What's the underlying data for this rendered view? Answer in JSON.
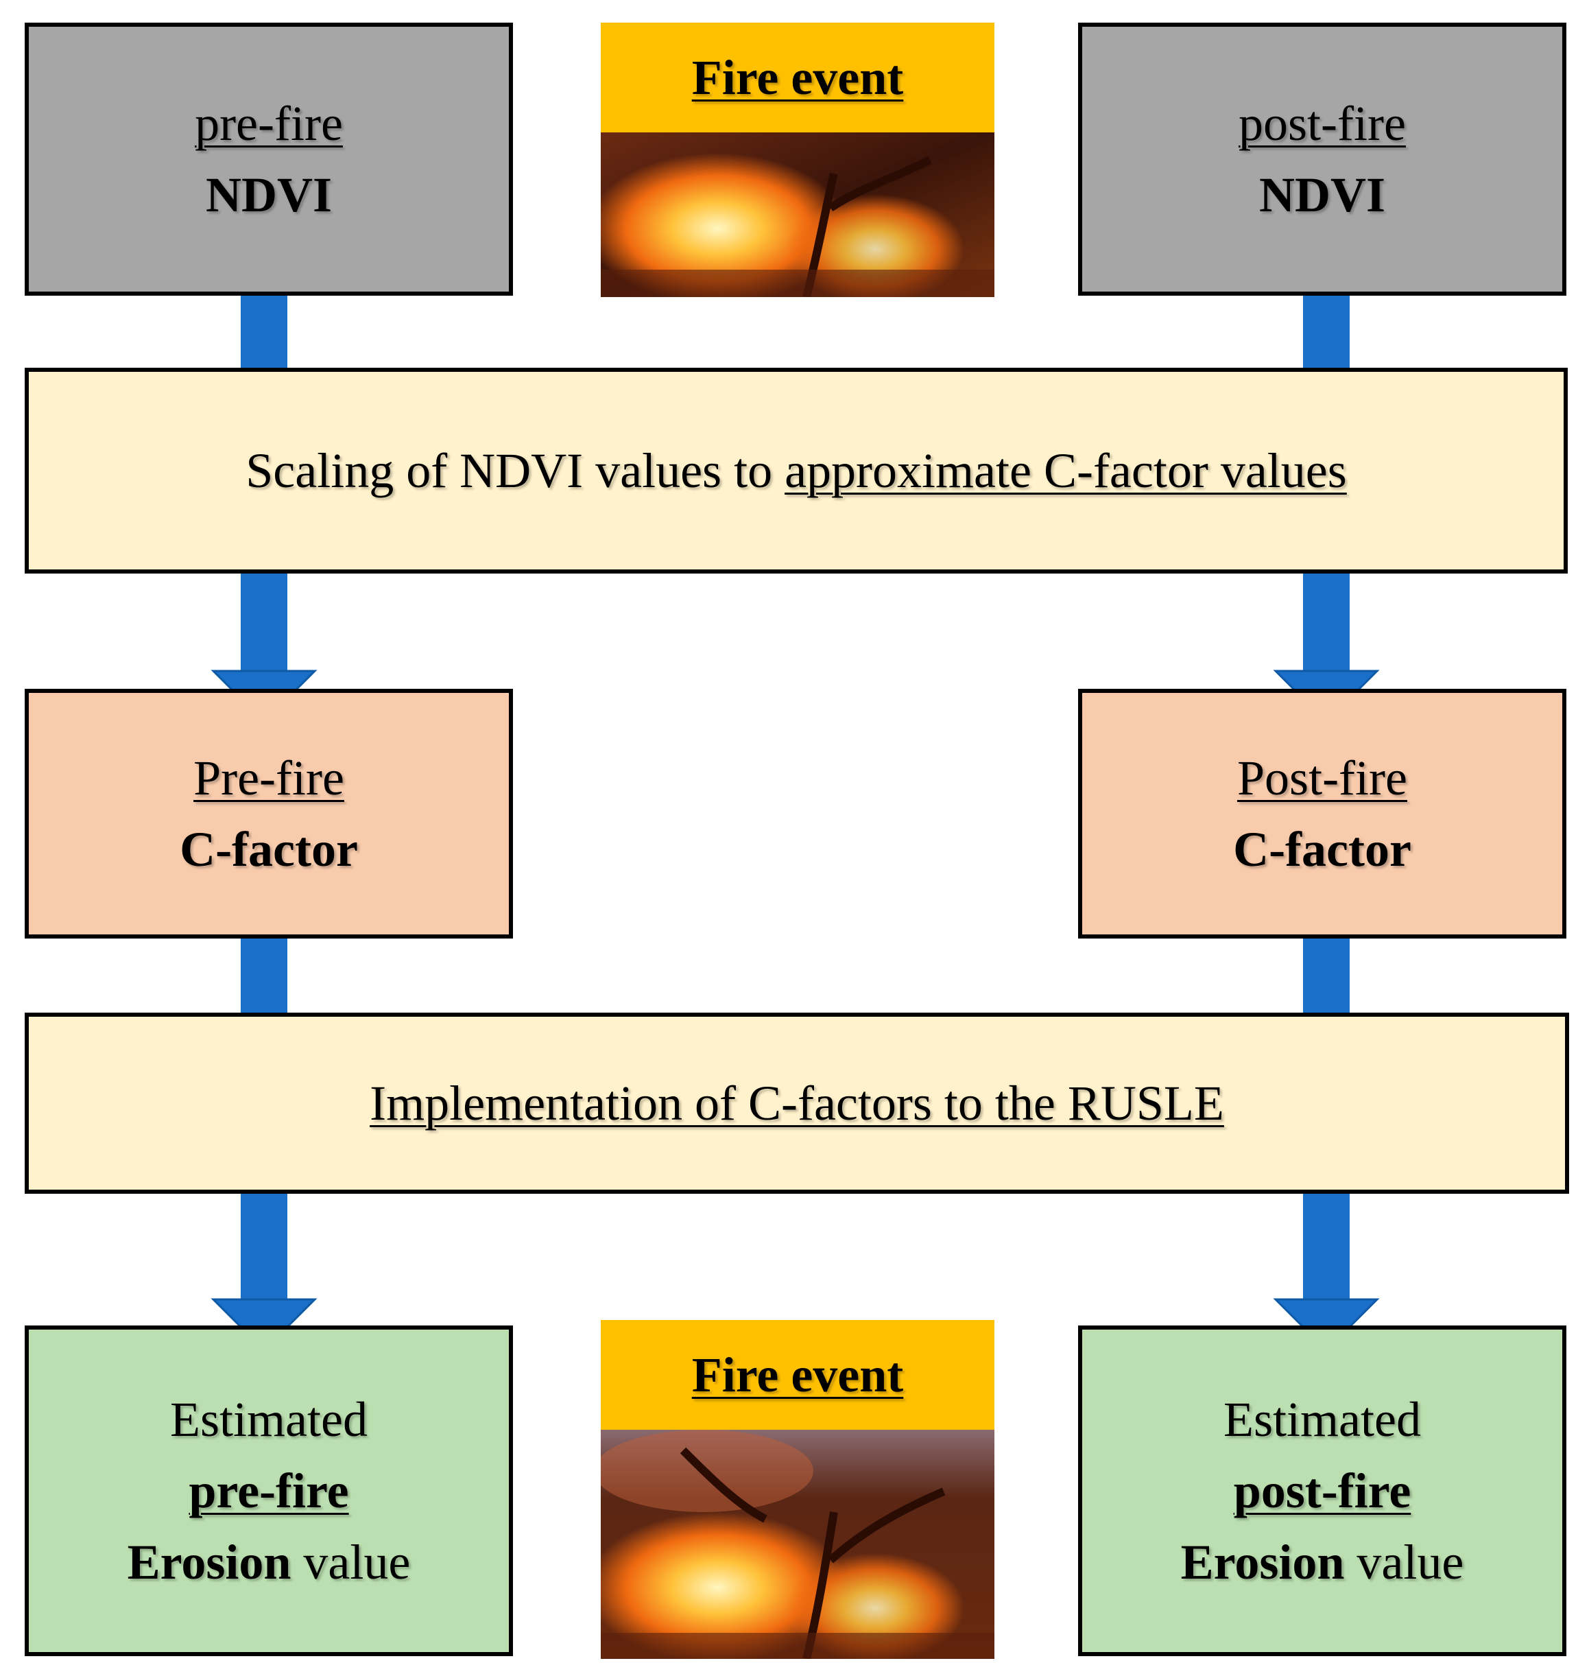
{
  "top": {
    "pre_fire_box": {
      "line1": "pre-fire",
      "line2": "NDVI"
    },
    "fire_event": {
      "label": "Fire event"
    },
    "post_fire_box": {
      "line1": "post-fire",
      "line2": "NDVI"
    }
  },
  "scaling_step": {
    "text_plain": "Scaling of NDVI values to ",
    "text_underlined": "approximate C-factor values"
  },
  "c_factor": {
    "pre": {
      "line1": "Pre-fire",
      "line2": "C-factor"
    },
    "post": {
      "line1": "Post-fire",
      "line2": "C-factor"
    }
  },
  "rusle_step": {
    "text": "Implementation of C-factors to the RUSLE"
  },
  "erosion": {
    "pre": {
      "line1": "Estimated",
      "line2": "pre-fire",
      "line3_bold": "Erosion",
      "line3_rest": " value"
    },
    "fire_event": {
      "label": "Fire event"
    },
    "post": {
      "line1": "Estimated",
      "line2": "post-fire",
      "line3_bold": "Erosion",
      "line3_rest": " value"
    }
  },
  "colors": {
    "input_box": "#a6a6a6",
    "process_box": "#fff2cc",
    "c_factor_box": "#f8cbad",
    "result_box": "#bbdfb0",
    "arrow": "#1a70c8",
    "fire_label_bg": "#ffc000"
  }
}
